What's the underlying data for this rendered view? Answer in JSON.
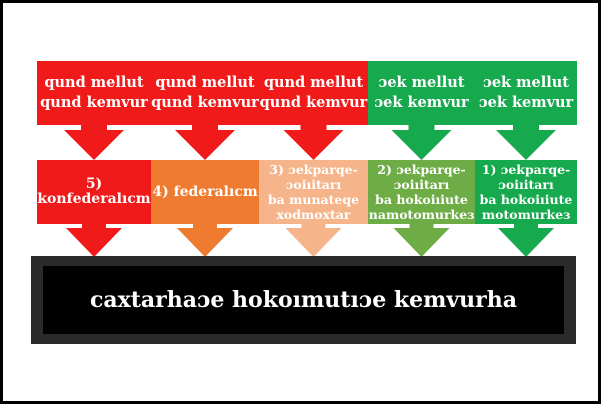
{
  "colors": {
    "red": "#f11a1a",
    "orange": "#ee7b30",
    "peach": "#f6b48a",
    "olive": "#6eac46",
    "green": "#16a94e",
    "base": "#000000"
  },
  "top_row": [
    {
      "line1": "qund mellut",
      "line2": "qund kemvur",
      "color": "red"
    },
    {
      "line1": "qund mellut",
      "line2": "qund kemvur",
      "color": "red"
    },
    {
      "line1": "qund mellut",
      "line2": "qund kemvur",
      "color": "red"
    },
    {
      "line1": "ɔek mellut",
      "line2": "ɔek kemvur",
      "color": "green"
    },
    {
      "line1": "ɔek mellut",
      "line2": "ɔek kemvur",
      "color": "green"
    }
  ],
  "middle_row": [
    {
      "lines": [
        "5) konfederalıcm"
      ],
      "color": "red"
    },
    {
      "lines": [
        "4) federalıcm"
      ],
      "color": "orange"
    },
    {
      "lines": [
        "3) ɔekparqe-",
        "ɔoiıitarı",
        "ba munateqe",
        "xodmoxtar"
      ],
      "color": "peach"
    },
    {
      "lines": [
        "2) ɔekparqe-",
        "ɔoiıitarı",
        "ba hokoiıiute",
        "namotomurkeɜ"
      ],
      "color": "olive"
    },
    {
      "lines": [
        "1) ɔekparqe-",
        "ɔoiıitarı",
        "ba hokoiıiute",
        "motomurkeɜ"
      ],
      "color": "green"
    }
  ],
  "base": {
    "title": "caxtarhaɔe hokoımutıɔe kemvurha"
  }
}
